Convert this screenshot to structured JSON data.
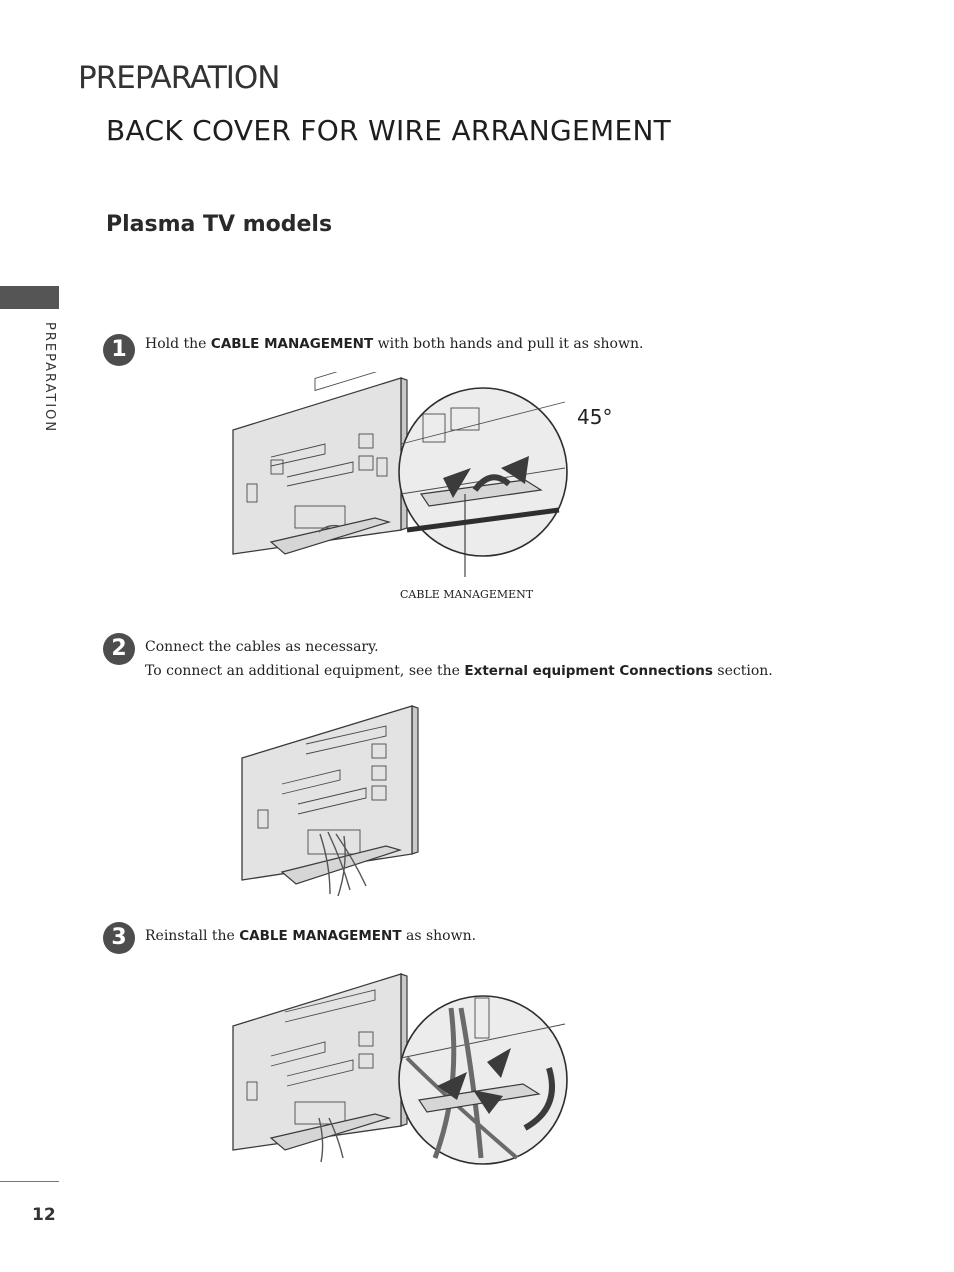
{
  "header": {
    "section_title": "PREPARATION",
    "page_heading": "BACK COVER FOR WIRE ARRANGEMENT",
    "sub_heading": "Plasma TV models"
  },
  "side_tab": {
    "label": "PREPARATION"
  },
  "steps": [
    {
      "number": "1",
      "line1_prefix": "Hold the ",
      "line1_bold": "CABLE MANAGEMENT",
      "line1_suffix": " with both hands and pull it as shown."
    },
    {
      "number": "2",
      "line1": "Connect the cables as necessary.",
      "line2_prefix": "To connect an additional equipment, see the ",
      "line2_bold": "External equipment Connections",
      "line2_suffix": " section."
    },
    {
      "number": "3",
      "line1_prefix": "Reinstall the ",
      "line1_bold": "CABLE MANAGEMENT",
      "line1_suffix": " as shown."
    }
  ],
  "figure1": {
    "angle_label": "45°",
    "callout_label": "CABLE MANAGEMENT"
  },
  "footer": {
    "page_number": "12"
  },
  "colors": {
    "tab": "#555555",
    "step_circle": "#4d4d4d"
  }
}
